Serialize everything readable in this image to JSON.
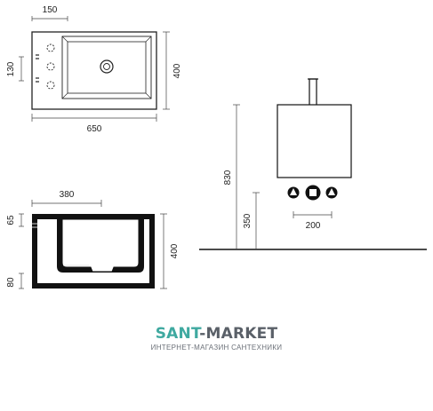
{
  "top_view": {
    "dim_width": "650",
    "dim_depth": "400",
    "dim_offset_x": "150",
    "dim_offset_y": "130"
  },
  "side_view": {
    "dim_inner": "380",
    "dim_height": "400",
    "dim_top": "65",
    "dim_bottom": "80"
  },
  "wall_view": {
    "dim_height_total": "830",
    "dim_height_taps": "350",
    "dim_taps_spacing": "200"
  },
  "brand": {
    "name_part1": "SANT",
    "separator": "-",
    "name_part2": "MARKET",
    "tagline": "ИНТЕРНЕТ-МАГАЗИН САНТЕХНИКИ",
    "color_primary": "#3fa9a0",
    "color_secondary": "#5a6068"
  }
}
